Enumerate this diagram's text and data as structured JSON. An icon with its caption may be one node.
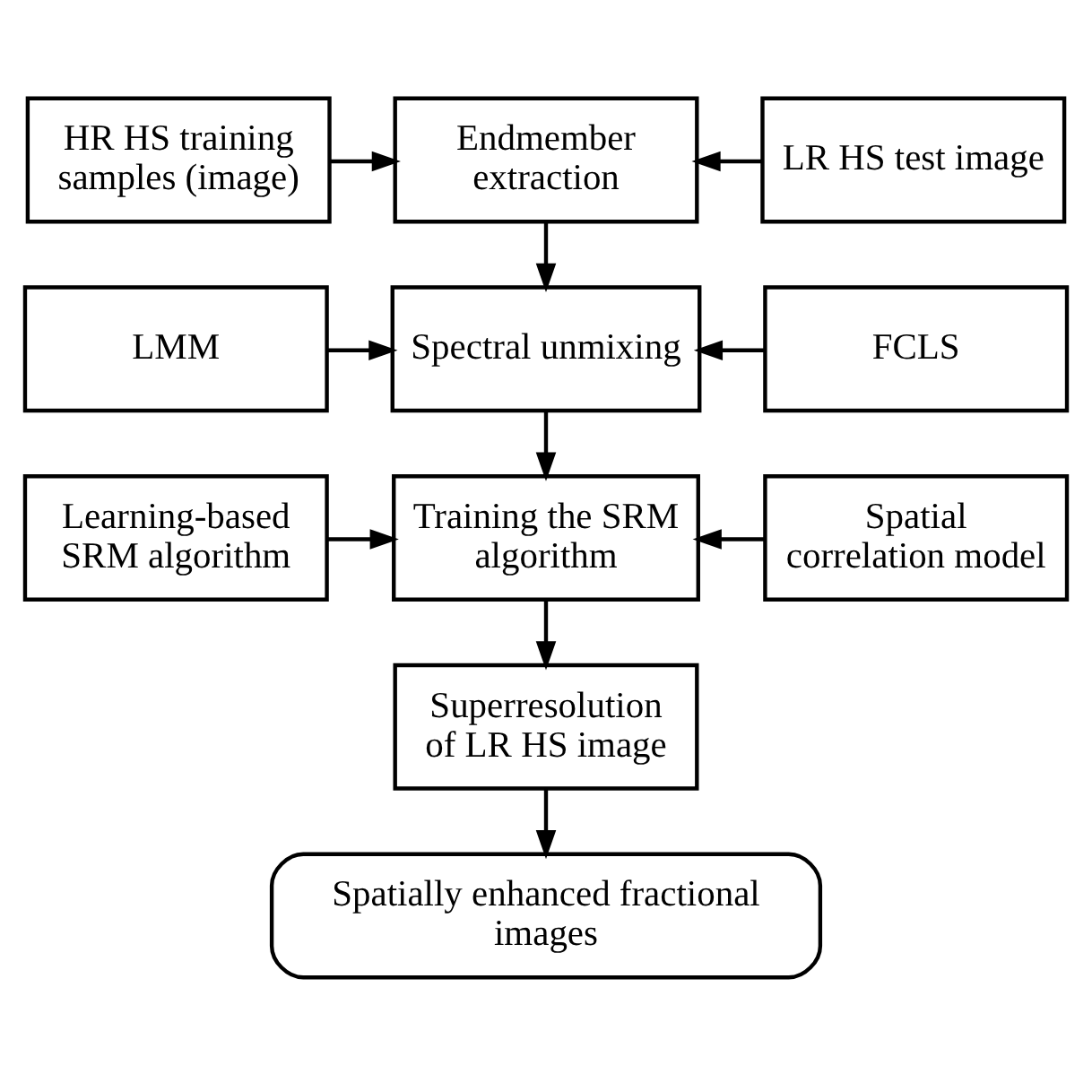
{
  "diagram": {
    "nodes": [
      {
        "text": [
          "HR HS training samples (image)"
        ]
      },
      {
        "text": [
          "Endmember extraction"
        ]
      },
      {
        "text": [
          "LR HS test image"
        ]
      },
      {
        "text": [
          "LMM"
        ]
      },
      {
        "text": [
          "Spectral unmixing"
        ]
      },
      {
        "text": [
          "FCLS"
        ]
      },
      {
        "text": [
          "Learning-based SRM algorithm"
        ]
      },
      {
        "text": [
          "Training the SRM algorithm"
        ]
      },
      {
        "text": [
          "Spatial correlation model"
        ]
      },
      {
        "text": [
          "Superresolution of LR HS image"
        ]
      },
      {
        "text": [
          "Spatially enhanced fractional images"
        ]
      }
    ],
    "edges": [
      {
        "from": 0,
        "to": 1,
        "arrow": "to"
      },
      {
        "from": 2,
        "to": 1,
        "arrow": "to"
      },
      {
        "from": 1,
        "to": 4,
        "arrow": "to"
      },
      {
        "from": 3,
        "to": 4,
        "arrow": "to"
      },
      {
        "from": 5,
        "to": 4,
        "arrow": "to"
      },
      {
        "from": 4,
        "to": 7,
        "arrow": "to"
      },
      {
        "from": 6,
        "to": 7,
        "arrow": "to"
      },
      {
        "from": 8,
        "to": 7,
        "arrow": "to"
      },
      {
        "from": 7,
        "to": 9,
        "arrow": "to"
      },
      {
        "from": 9,
        "to": 10,
        "arrow": "to"
      }
    ]
  }
}
